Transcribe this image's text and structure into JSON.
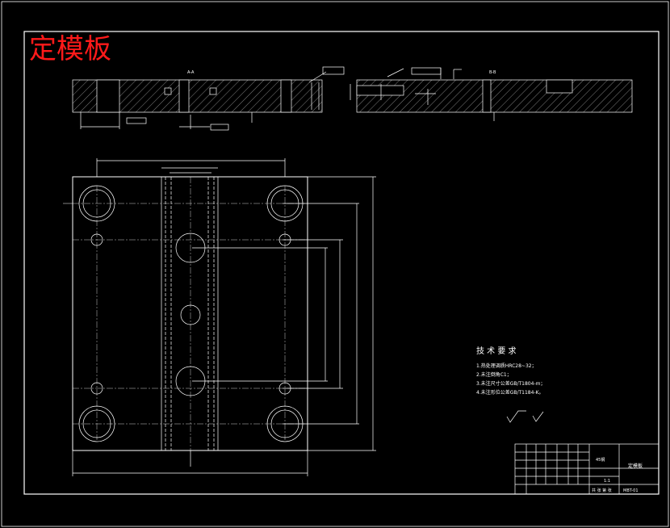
{
  "drawing": {
    "title": "定模板",
    "tech_requirements": {
      "heading": "技 术 要 求",
      "items": [
        "1.热处理调质HRC28~32；",
        "2.未注倒角C1；",
        "3.未注尺寸公差GB/T1804-m；",
        "4.未注形位公差GB/T1184-K。"
      ]
    },
    "section_labels": {
      "a": "A-A",
      "b": "B-B"
    },
    "title_block": {
      "part_name": "定模板",
      "material": "45钢",
      "scale": "1:1",
      "footer": "共 张 第 张",
      "drawing_no": "MBT-01"
    }
  }
}
